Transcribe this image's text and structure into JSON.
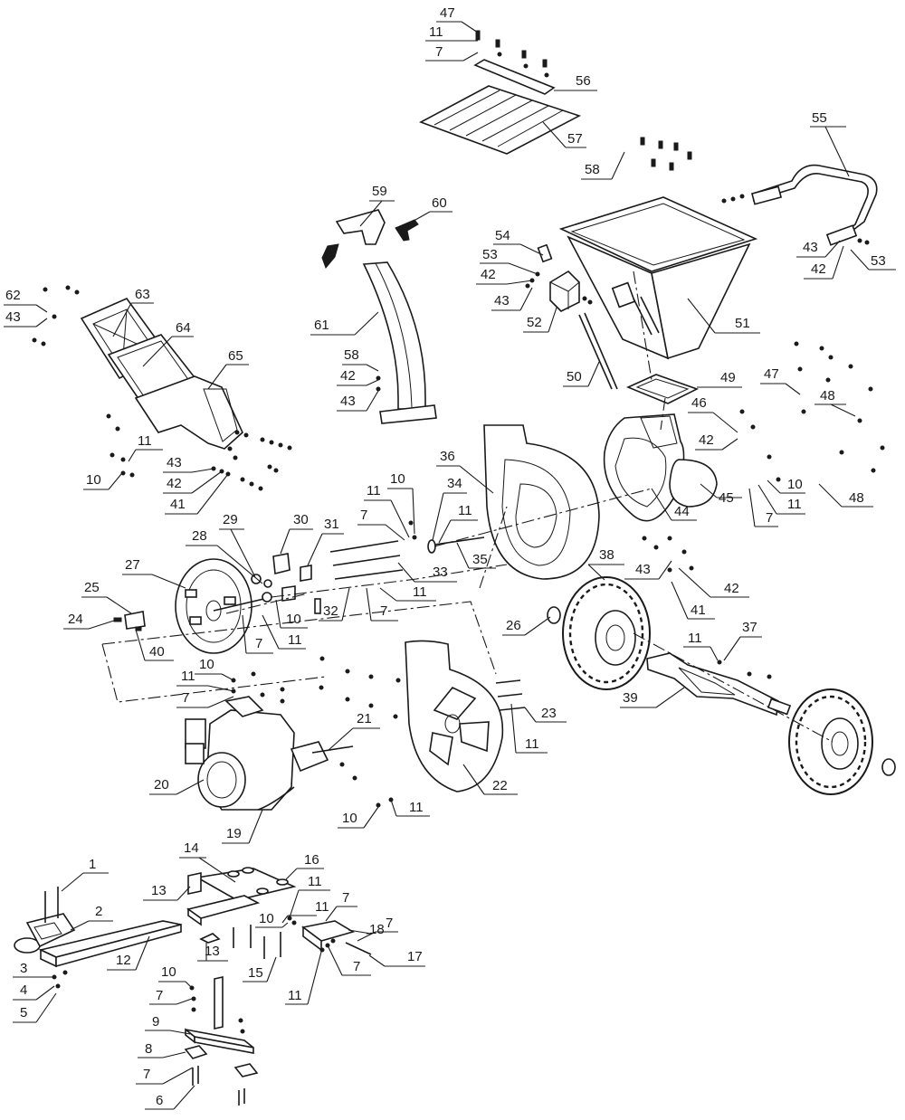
{
  "callouts": [
    {
      "id": "47",
      "label": "47"
    },
    {
      "id": "11",
      "label": "11"
    },
    {
      "id": "7",
      "label": "7"
    },
    {
      "id": "56",
      "label": "56"
    },
    {
      "id": "57",
      "label": "57"
    },
    {
      "id": "58",
      "label": "58"
    },
    {
      "id": "55",
      "label": "55"
    },
    {
      "id": "59",
      "label": "59"
    },
    {
      "id": "60",
      "label": "60"
    },
    {
      "id": "54",
      "label": "54"
    },
    {
      "id": "53",
      "label": "53"
    },
    {
      "id": "42",
      "label": "42"
    },
    {
      "id": "43",
      "label": "43"
    },
    {
      "id": "52",
      "label": "52"
    },
    {
      "id": "51",
      "label": "51"
    },
    {
      "id": "62",
      "label": "62"
    },
    {
      "id": "63",
      "label": "63"
    },
    {
      "id": "64",
      "label": "64"
    },
    {
      "id": "65",
      "label": "65"
    },
    {
      "id": "61",
      "label": "61"
    },
    {
      "id": "50",
      "label": "50"
    },
    {
      "id": "49",
      "label": "49"
    },
    {
      "id": "48",
      "label": "48"
    },
    {
      "id": "46",
      "label": "46"
    },
    {
      "id": "10",
      "label": "10"
    },
    {
      "id": "41",
      "label": "41"
    },
    {
      "id": "36",
      "label": "36"
    },
    {
      "id": "34",
      "label": "34"
    },
    {
      "id": "44",
      "label": "44"
    },
    {
      "id": "45",
      "label": "45"
    },
    {
      "id": "29",
      "label": "29"
    },
    {
      "id": "30",
      "label": "30"
    },
    {
      "id": "31",
      "label": "31"
    },
    {
      "id": "28",
      "label": "28"
    },
    {
      "id": "35",
      "label": "35"
    },
    {
      "id": "27",
      "label": "27"
    },
    {
      "id": "33",
      "label": "33"
    },
    {
      "id": "38",
      "label": "38"
    },
    {
      "id": "25",
      "label": "25"
    },
    {
      "id": "32",
      "label": "32"
    },
    {
      "id": "24",
      "label": "24"
    },
    {
      "id": "26",
      "label": "26"
    },
    {
      "id": "37",
      "label": "37"
    },
    {
      "id": "40",
      "label": "40"
    },
    {
      "id": "23",
      "label": "23"
    },
    {
      "id": "39",
      "label": "39"
    },
    {
      "id": "21",
      "label": "21"
    },
    {
      "id": "20",
      "label": "20"
    },
    {
      "id": "22",
      "label": "22"
    },
    {
      "id": "19",
      "label": "19"
    },
    {
      "id": "14",
      "label": "14"
    },
    {
      "id": "16",
      "label": "16"
    },
    {
      "id": "1",
      "label": "1"
    },
    {
      "id": "13",
      "label": "13"
    },
    {
      "id": "2",
      "label": "2"
    },
    {
      "id": "18",
      "label": "18"
    },
    {
      "id": "12",
      "label": "12"
    },
    {
      "id": "17",
      "label": "17"
    },
    {
      "id": "3",
      "label": "3"
    },
    {
      "id": "15",
      "label": "15"
    },
    {
      "id": "4",
      "label": "4"
    },
    {
      "id": "5",
      "label": "5"
    },
    {
      "id": "9",
      "label": "9"
    },
    {
      "id": "8",
      "label": "8"
    },
    {
      "id": "6",
      "label": "6"
    }
  ]
}
